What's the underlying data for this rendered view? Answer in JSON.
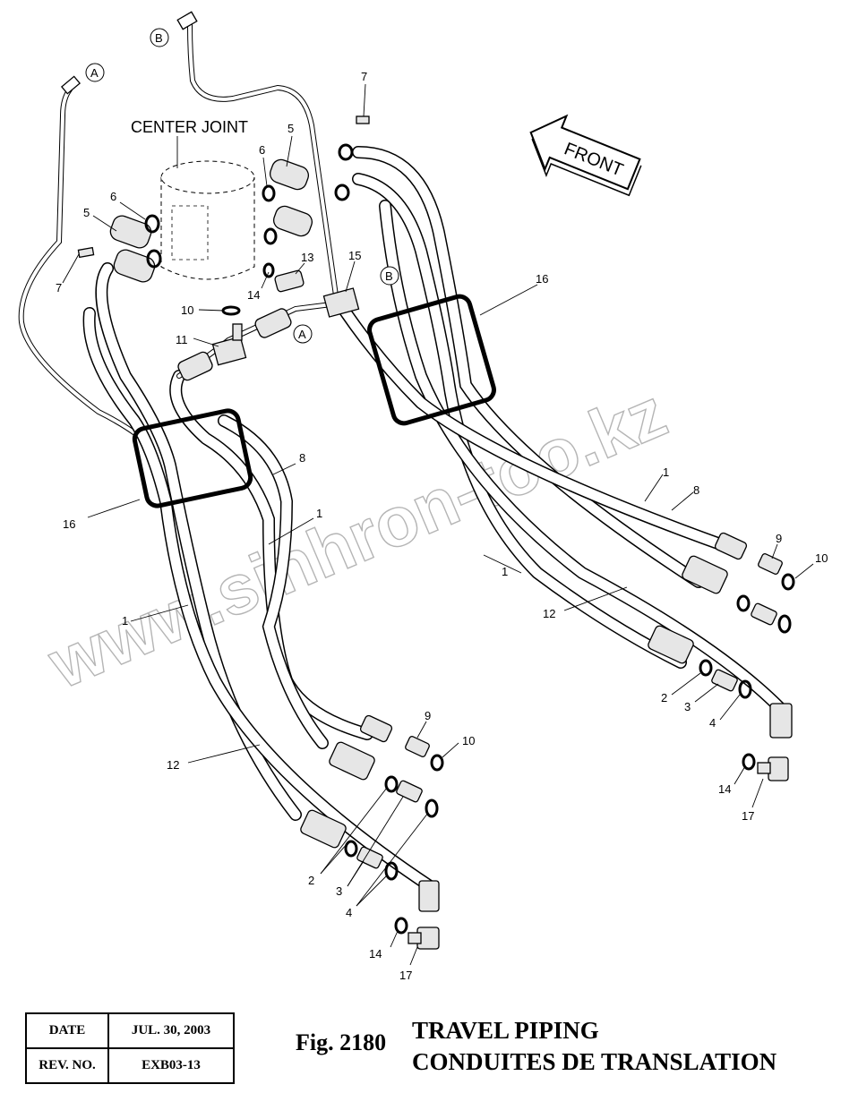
{
  "diagram": {
    "center_joint_label": "CENTER JOINT",
    "front_label": "FRONT",
    "callouts": {
      "A": "A",
      "B": "B"
    },
    "part_labels": {
      "p1": "1",
      "p2": "2",
      "p3": "3",
      "p4": "4",
      "p5": "5",
      "p6": "6",
      "p7": "7",
      "p8": "8",
      "p9": "9",
      "p10": "10",
      "p11": "11",
      "p12": "12",
      "p13": "13",
      "p14": "14",
      "p15": "15",
      "p16": "16",
      "p17": "17"
    },
    "watermark": "www.sinhron-too.kz"
  },
  "title_block": {
    "date_label": "DATE",
    "date_value": "JUL. 30, 2003",
    "rev_label": "REV. NO.",
    "rev_value": "EXB03-13"
  },
  "figure": {
    "number": "Fig. 2180",
    "title_en": "TRAVEL PIPING",
    "title_fr": "CONDUITES DE TRANSLATION"
  }
}
